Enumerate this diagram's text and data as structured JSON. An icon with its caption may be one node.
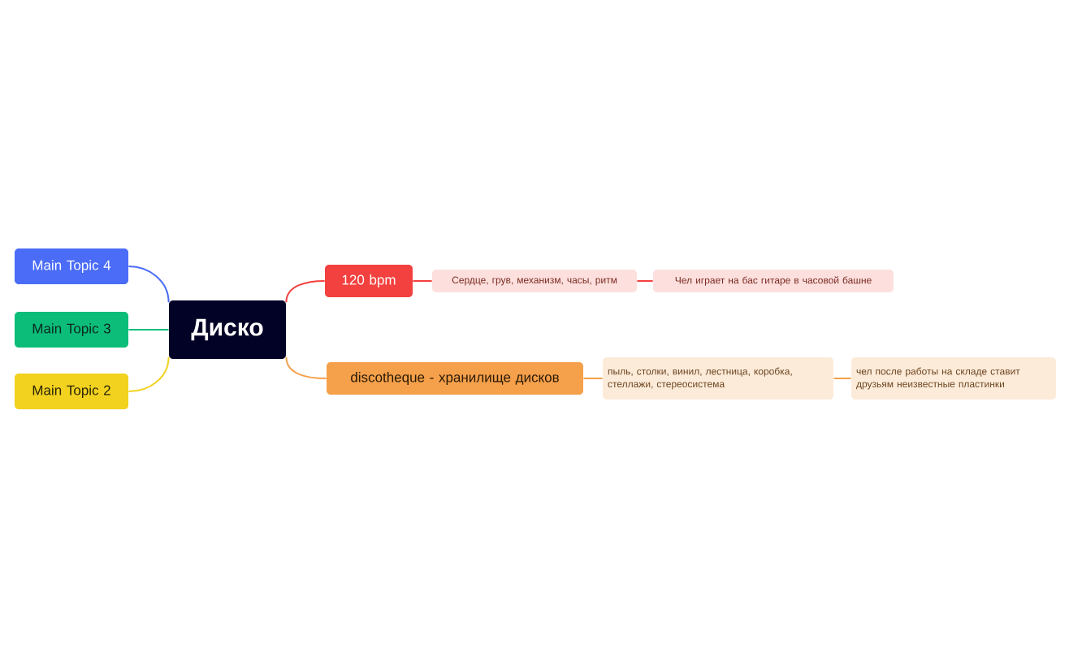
{
  "diagram": {
    "nodes": [
      {
        "text": [
          "Диско"
        ]
      },
      {
        "text": [
          "Main Topic 4"
        ]
      },
      {
        "text": [
          "Main Topic 3"
        ]
      },
      {
        "text": [
          "Main Topic 2"
        ]
      },
      {
        "text": [
          "120 bpm"
        ]
      },
      {
        "text": [
          "Сердце, грув, механизм, часы, ритм"
        ]
      },
      {
        "text": [
          "Чел играет на бас гитаре в часовой башне"
        ]
      },
      {
        "text": [
          "discotheque - хранилище дисков"
        ]
      },
      {
        "text": [
          "пыль, столки, винил, лестница, коробка, стеллажи, стереосистема"
        ]
      },
      {
        "text": [
          "чел после работы на складе ставит друзьям неизвестные пластинки"
        ]
      }
    ],
    "edges": [
      {
        "from": 0,
        "to": 1,
        "arrow": "none",
        "color": "#4a6cf7"
      },
      {
        "from": 0,
        "to": 2,
        "arrow": "none",
        "color": "#0cbd7a"
      },
      {
        "from": 0,
        "to": 3,
        "arrow": "none",
        "color": "#f2d21f"
      },
      {
        "from": 0,
        "to": 4,
        "arrow": "none",
        "color": "#f3413f"
      },
      {
        "from": 0,
        "to": 7,
        "arrow": "none",
        "color": "#f5a04a"
      },
      {
        "from": 4,
        "to": 5,
        "arrow": "none",
        "color": "#f3413f"
      },
      {
        "from": 5,
        "to": 6,
        "arrow": "none",
        "color": "#f3413f"
      },
      {
        "from": 7,
        "to": 8,
        "arrow": "none",
        "color": "#f5a04a"
      },
      {
        "from": 8,
        "to": 9,
        "arrow": "none",
        "color": "#f5a04a"
      }
    ]
  }
}
